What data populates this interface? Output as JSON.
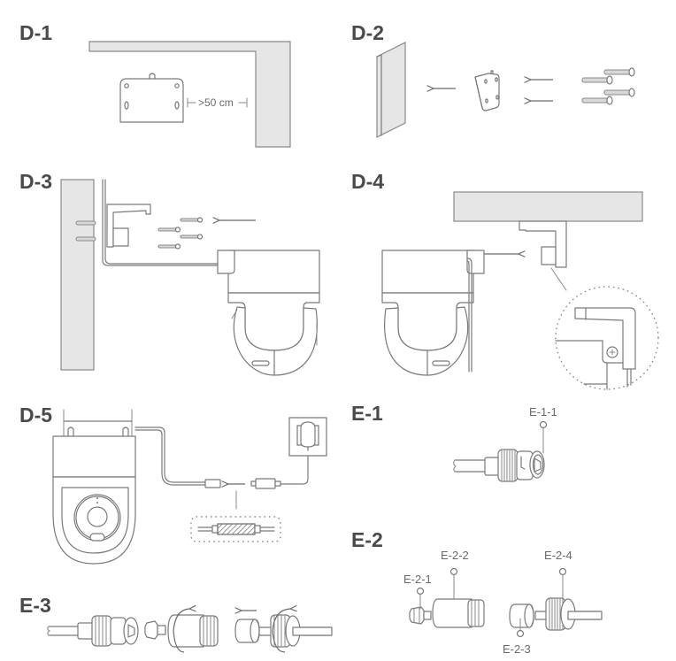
{
  "diagram": {
    "title": "Camera installation and BNC connector assembly steps",
    "colors": {
      "background": "#ffffff",
      "line": "#7a7a7a",
      "wall_fill": "#e6e6e6",
      "label_text": "#4a4a4a",
      "callout_text": "#6a6a6a"
    },
    "steps": [
      {
        "id": "D-1",
        "label": "D-1",
        "description": "Mount bracket position with clearance from ceiling corner",
        "dimension_text": ">50 cm"
      },
      {
        "id": "D-2",
        "label": "D-2",
        "description": "Attach mounting plate to wall with wall anchors and screws",
        "screw_count": 4
      },
      {
        "id": "D-3",
        "label": "D-3",
        "description": "Screw bracket to wall, route cable, and slide camera onto bracket",
        "screw_count": 4
      },
      {
        "id": "D-4",
        "label": "D-4",
        "description": "Ceiling mount: slide camera onto bracket; detail shows fixing screw"
      },
      {
        "id": "D-5",
        "label": "D-5",
        "description": "Connect camera power cable to power adapter; detail shows waterproof sleeve"
      },
      {
        "id": "E-1",
        "label": "E-1",
        "description": "BNC connector on coaxial cable",
        "callouts": [
          "E-1-1"
        ]
      },
      {
        "id": "E-2",
        "label": "E-2",
        "description": "Waterproof connector parts",
        "callouts": [
          "E-2-1",
          "E-2-2",
          "E-2-3",
          "E-2-4"
        ]
      },
      {
        "id": "E-3",
        "label": "E-3",
        "description": "Assemble BNC waterproof connector by screwing parts together"
      }
    ]
  }
}
